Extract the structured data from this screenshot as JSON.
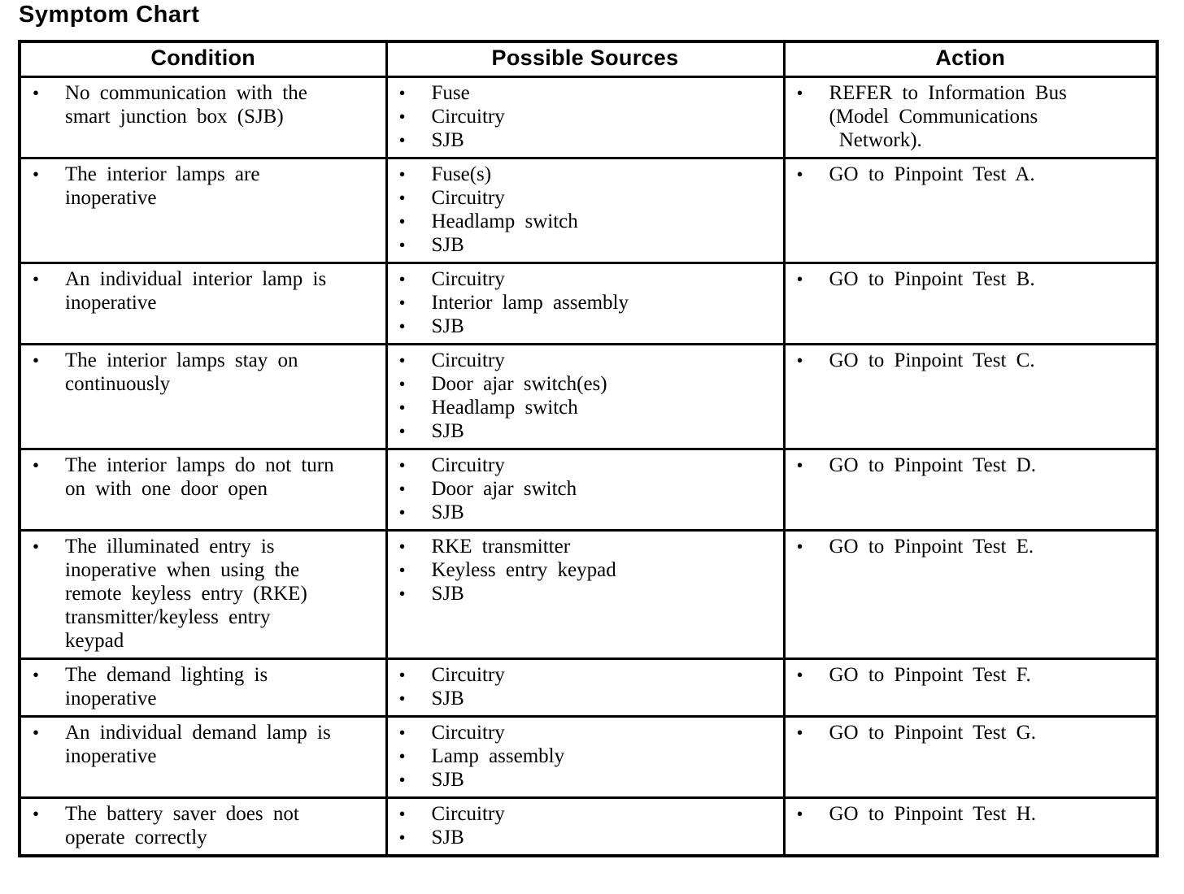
{
  "page_title": "Symptom Chart",
  "bullet_glyph": "•",
  "colors": {
    "text": "#000000",
    "border": "#000000",
    "background": "#ffffff"
  },
  "table": {
    "headers": [
      "Condition",
      "Possible Sources",
      "Action"
    ],
    "rows": [
      {
        "condition": [
          [
            "No communication with the",
            "smart junction box (SJB)"
          ]
        ],
        "sources": [
          [
            "Fuse"
          ],
          [
            "Circuitry"
          ],
          [
            "SJB"
          ]
        ],
        "action": [
          [
            "REFER to Information Bus",
            "(Model Communications",
            " Network)."
          ]
        ]
      },
      {
        "condition": [
          [
            "The interior lamps are",
            "inoperative"
          ]
        ],
        "sources": [
          [
            "Fuse(s)"
          ],
          [
            "Circuitry"
          ],
          [
            "Headlamp switch"
          ],
          [
            "SJB"
          ]
        ],
        "action": [
          [
            "GO to Pinpoint Test A."
          ]
        ]
      },
      {
        "condition": [
          [
            "An individual interior lamp is",
            "inoperative"
          ]
        ],
        "sources": [
          [
            "Circuitry"
          ],
          [
            "Interior lamp assembly"
          ],
          [
            "SJB"
          ]
        ],
        "action": [
          [
            "GO to Pinpoint Test B."
          ]
        ]
      },
      {
        "condition": [
          [
            "The interior lamps stay on",
            "continuously"
          ]
        ],
        "sources": [
          [
            "Circuitry"
          ],
          [
            "Door ajar switch(es)"
          ],
          [
            "Headlamp switch"
          ],
          [
            "SJB"
          ]
        ],
        "action": [
          [
            "GO to Pinpoint Test C."
          ]
        ]
      },
      {
        "condition": [
          [
            "The interior lamps do not turn",
            "on with one door open"
          ]
        ],
        "sources": [
          [
            "Circuitry"
          ],
          [
            "Door ajar switch"
          ],
          [
            "SJB"
          ]
        ],
        "action": [
          [
            "GO to Pinpoint Test D."
          ]
        ]
      },
      {
        "condition": [
          [
            "The illuminated entry is",
            "inoperative when using the",
            "remote keyless entry (RKE)",
            "transmitter/keyless entry",
            "keypad"
          ]
        ],
        "sources": [
          [
            "RKE transmitter"
          ],
          [
            "Keyless entry keypad"
          ],
          [
            "SJB"
          ]
        ],
        "action": [
          [
            "GO to Pinpoint Test E."
          ]
        ]
      },
      {
        "condition": [
          [
            "The demand lighting is",
            "inoperative"
          ]
        ],
        "sources": [
          [
            "Circuitry"
          ],
          [
            "SJB"
          ]
        ],
        "action": [
          [
            "GO to Pinpoint Test F."
          ]
        ]
      },
      {
        "condition": [
          [
            "An individual demand lamp is",
            "inoperative"
          ]
        ],
        "sources": [
          [
            "Circuitry"
          ],
          [
            "Lamp assembly"
          ],
          [
            "SJB"
          ]
        ],
        "action": [
          [
            "GO to Pinpoint Test G."
          ]
        ]
      },
      {
        "condition": [
          [
            "The battery saver does not",
            "operate correctly"
          ]
        ],
        "sources": [
          [
            "Circuitry"
          ],
          [
            "SJB"
          ]
        ],
        "action": [
          [
            "GO to Pinpoint Test H."
          ]
        ]
      }
    ]
  }
}
